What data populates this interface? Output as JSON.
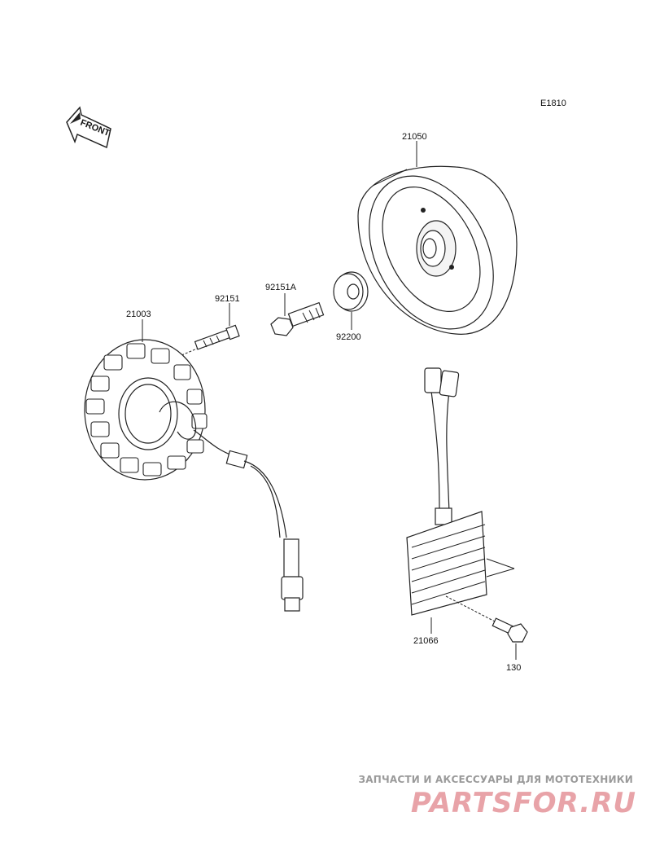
{
  "diagram_code": "E1810",
  "front_label": "FRONT",
  "parts": {
    "flywheel": "21050",
    "stator": "21003",
    "bolt_stator": "92151",
    "bolt_flywheel": "92151A",
    "washer": "92200",
    "regulator": "21066",
    "bolt_regulator": "130"
  },
  "watermark": {
    "tagline": "ЗАПЧАСТИ И АКСЕССУАРЫ ДЛЯ МОТОТЕХНИКИ",
    "logo": "PARTSFOR.RU"
  }
}
